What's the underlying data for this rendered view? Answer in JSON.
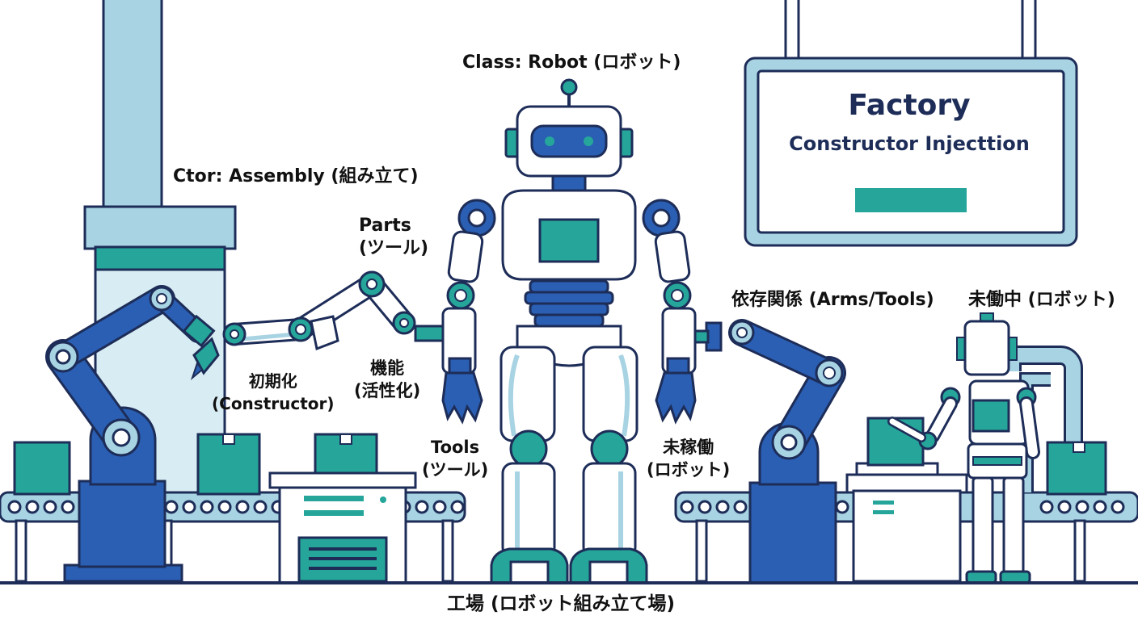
{
  "colors": {
    "outline": "#1d2d58",
    "blue": "#2a5fb4",
    "teal": "#26a69a",
    "light_blue": "#a8d3e3",
    "pale": "#e8f4f8"
  },
  "labels": {
    "class": "Class: Robot (ロボット)",
    "ctor": "Ctor: Assembly (組み立て)",
    "parts_1": "Parts",
    "parts_2": "(ツール)",
    "init_1": "初期化",
    "init_2": "(Constructor)",
    "func_1": "機能",
    "func_2": "(活性化)",
    "tools_1": "Tools",
    "tools_2": "(ツール)",
    "idle_1": "未稼働",
    "idle_2": "(ロボット)",
    "deps": "依存関係 (Arms/Tools)",
    "inop": "未働中 (ロボット)",
    "floor": "工場 (ロボット組み立て場)"
  },
  "sign": {
    "title": "Factory",
    "subtitle": "Constructor Injecttion"
  }
}
